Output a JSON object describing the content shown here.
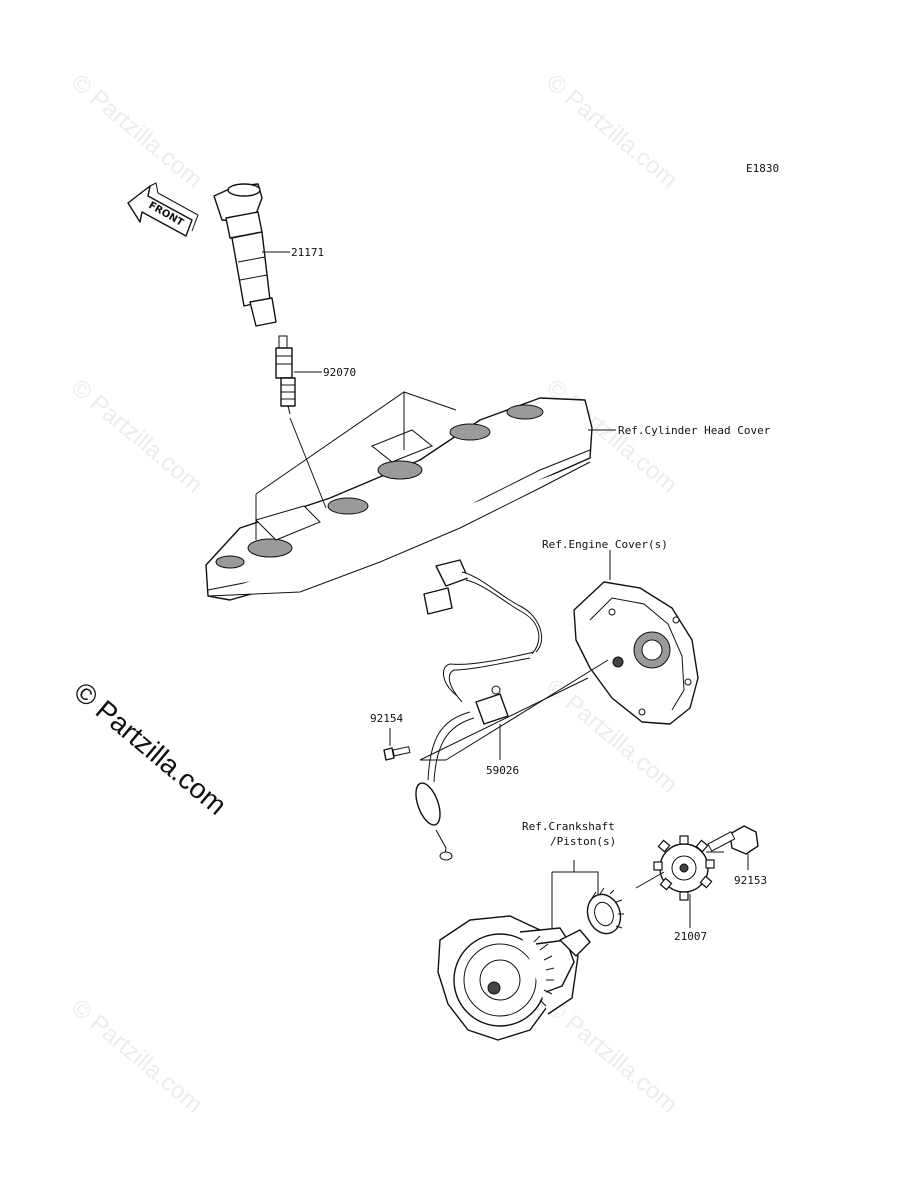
{
  "diagram_code": "E1830",
  "direction_arrow": {
    "label": "FRONT"
  },
  "watermark": {
    "text": "© Partzilla.com",
    "main_text": "© Partzilla.com"
  },
  "callouts": {
    "p21171": "21171",
    "p92070": "92070",
    "ref_head_cover": "Ref.Cylinder Head Cover",
    "ref_engine_cover": "Ref.Engine Cover(s)",
    "p92154": "92154",
    "p59026": "59026",
    "ref_crankshaft_line1": "Ref.Crankshaft",
    "ref_crankshaft_line2": "/Piston(s)",
    "p92153": "92153",
    "p21007": "21007"
  }
}
